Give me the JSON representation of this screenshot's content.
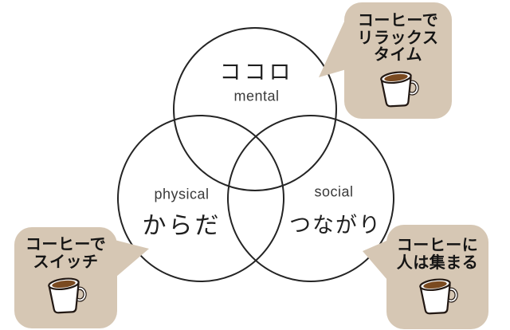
{
  "colors": {
    "bubble_bg": "#d6c7b4",
    "coffee_fill": "#7a4a20",
    "cup_outline": "#221813",
    "circle_stroke": "#242424",
    "bubble_text": "#141414",
    "label_jp": "#1f1f1f",
    "label_en": "#3a3a3a"
  },
  "icons": {
    "coffee_cup": "coffee-cup-icon"
  },
  "venn": {
    "circles": [
      {
        "id": "mental",
        "jp_label": "ココロ",
        "en_label": "mental"
      },
      {
        "id": "physical",
        "jp_label": "からだ",
        "en_label": "physical"
      },
      {
        "id": "social",
        "jp_label": "つながり",
        "en_label": "social"
      }
    ]
  },
  "callouts": [
    {
      "id": "relax-time",
      "lines": [
        "コーヒーで",
        "リラックス",
        "タイム"
      ]
    },
    {
      "id": "switch",
      "lines": [
        "コーヒーで",
        "スイッチ"
      ]
    },
    {
      "id": "people-gather",
      "lines": [
        "コーヒーに",
        "人は集まる"
      ]
    }
  ]
}
